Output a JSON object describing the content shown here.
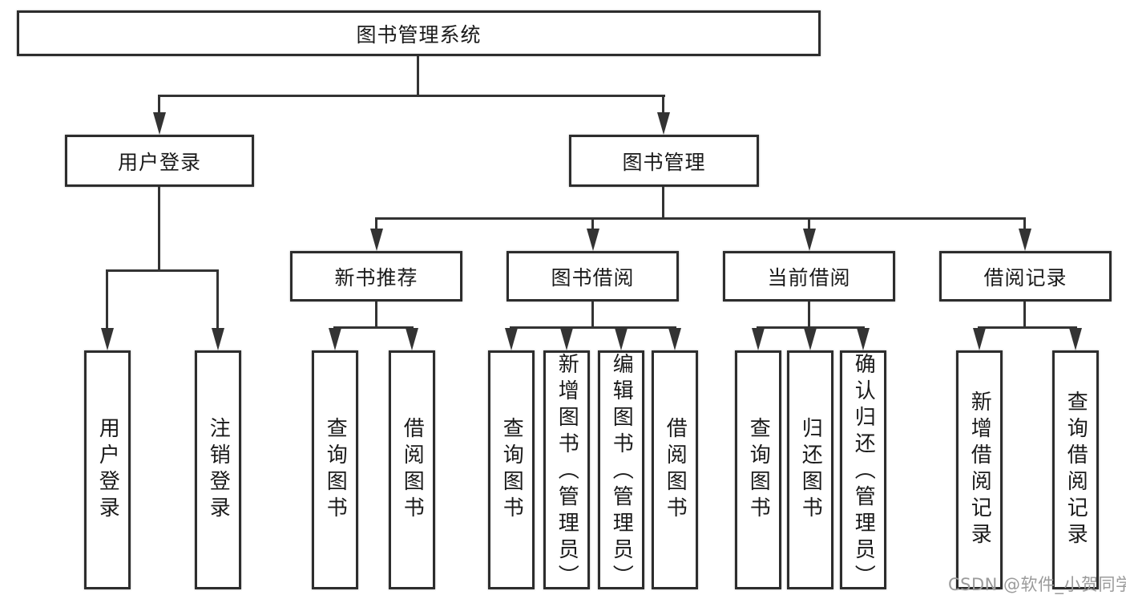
{
  "tree": {
    "root": {
      "label": "图书管理系统"
    },
    "branches": [
      {
        "label": "用户登录",
        "children": [
          {
            "label": "用户登录"
          },
          {
            "label": "注销登录"
          }
        ]
      },
      {
        "label": "图书管理",
        "children": [
          {
            "label": "新书推荐",
            "children": [
              {
                "label": "查询图书"
              },
              {
                "label": "借阅图书"
              }
            ]
          },
          {
            "label": "图书借阅",
            "children": [
              {
                "label": "查询图书"
              },
              {
                "label": "新增图书（管理员）"
              },
              {
                "label": "编辑图书（管理员）"
              },
              {
                "label": "借阅图书"
              }
            ]
          },
          {
            "label": "当前借阅",
            "children": [
              {
                "label": "查询图书"
              },
              {
                "label": "归还图书"
              },
              {
                "label": "确认归还（管理员）"
              }
            ]
          },
          {
            "label": "借阅记录",
            "children": [
              {
                "label": "新增借阅记录"
              },
              {
                "label": "查询借阅记录"
              }
            ]
          }
        ]
      }
    ]
  },
  "watermark": {
    "text": "CSDN @软件_小贺同学"
  },
  "palette": {
    "line": "#333333",
    "border": "#2d2d2d",
    "text": "#1a1a1a",
    "watermark_color": "#9b9b9b",
    "background": "#ffffff"
  }
}
